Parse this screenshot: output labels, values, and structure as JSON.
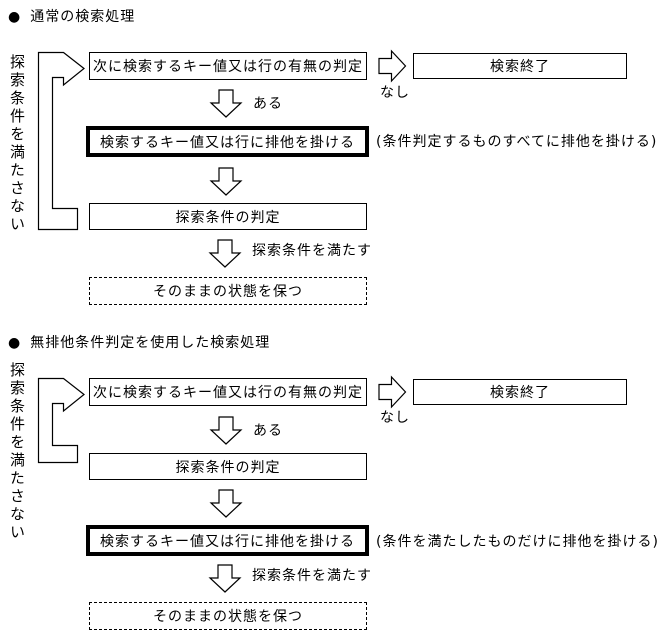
{
  "sections": [
    {
      "bullet": "●",
      "title": "通常の検索処理",
      "side_label": "探索条件を満たさない",
      "check_box": "次に検索するキー値又は行の有無の判定",
      "none_label": "なし",
      "end_box": "検索終了",
      "exists_label": "ある",
      "lock_box": "検索するキー値又は行に排他を掛ける",
      "lock_note": "(条件判定するものすべてに排他を掛ける)",
      "judge_box": "探索条件の判定",
      "satisfy_label": "探索条件を満たす",
      "keep_box": "そのままの状態を保つ"
    },
    {
      "bullet": "●",
      "title": "無排他条件判定を使用した検索処理",
      "side_label": "探索条件を満たさない",
      "check_box": "次に検索するキー値又は行の有無の判定",
      "none_label": "なし",
      "end_box": "検索終了",
      "exists_label": "ある",
      "lock_box": "検索するキー値又は行に排他を掛ける",
      "lock_note": "(条件を満たしたものだけに排他を掛ける)",
      "judge_box": "探索条件の判定",
      "satisfy_label": "探索条件を満たす",
      "keep_box": "そのままの状態を保つ"
    }
  ],
  "colors": {
    "line": "#000000",
    "background": "#ffffff"
  }
}
